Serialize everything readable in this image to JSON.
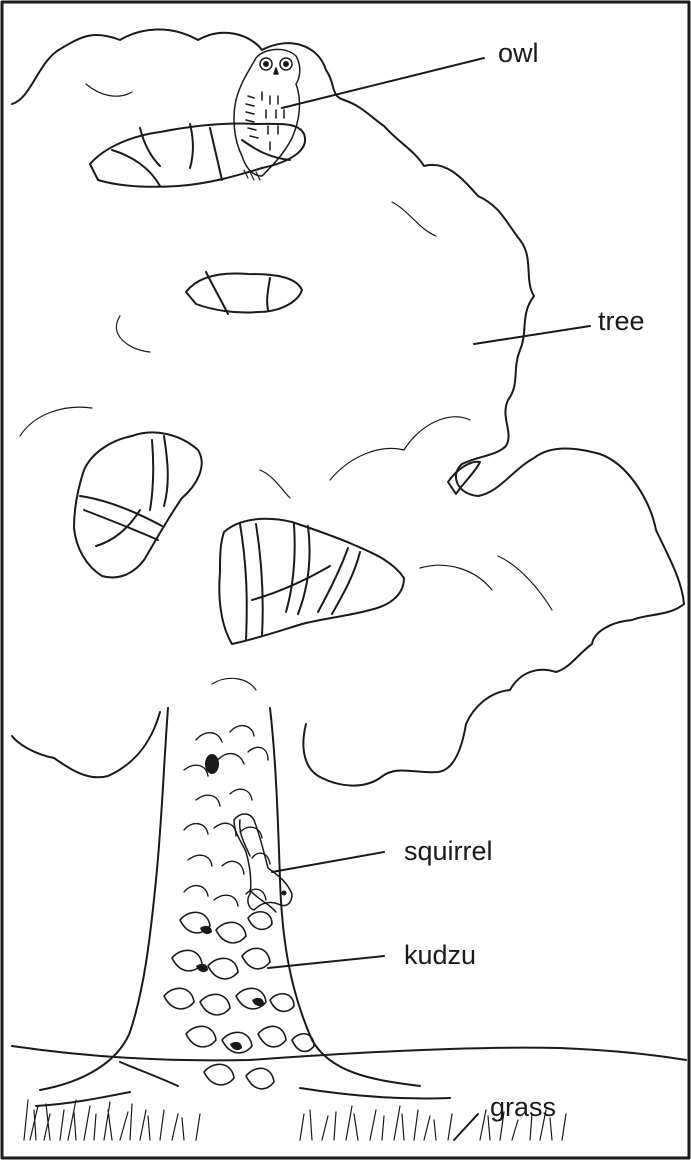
{
  "labels": {
    "owl": "owl",
    "tree": "tree",
    "squirrel": "squirrel",
    "kudzu": "kudzu",
    "grass": "grass"
  },
  "colors": {
    "line": "#1a1a1a",
    "background": "#ffffff"
  }
}
